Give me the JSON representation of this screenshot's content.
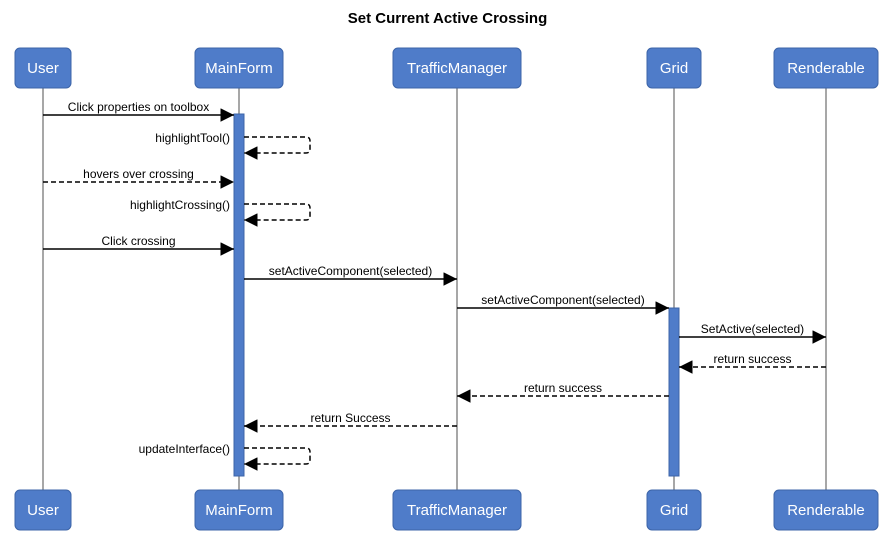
{
  "title": "Set Current Active Crossing",
  "participants": [
    "User",
    "MainForm",
    "TrafficManager",
    "Grid",
    "Renderable"
  ],
  "messages": [
    {
      "from": 0,
      "to": 1,
      "label": "Click properties on toolbox",
      "style": "solid"
    },
    {
      "from": 1,
      "to": 1,
      "label": "highlightTool()",
      "style": "dashed"
    },
    {
      "from": 0,
      "to": 1,
      "label": "hovers over crossing",
      "style": "dashed"
    },
    {
      "from": 1,
      "to": 1,
      "label": "highlightCrossing()",
      "style": "dashed"
    },
    {
      "from": 0,
      "to": 1,
      "label": "Click crossing",
      "style": "solid"
    },
    {
      "from": 1,
      "to": 2,
      "label": "setActiveComponent(selected)",
      "style": "solid"
    },
    {
      "from": 2,
      "to": 3,
      "label": "setActiveComponent(selected)",
      "style": "solid"
    },
    {
      "from": 3,
      "to": 4,
      "label": "SetActive(selected)",
      "style": "solid"
    },
    {
      "from": 4,
      "to": 3,
      "label": "return success",
      "style": "dashed"
    },
    {
      "from": 3,
      "to": 2,
      "label": "return success",
      "style": "dashed"
    },
    {
      "from": 2,
      "to": 1,
      "label": "return Success",
      "style": "dashed"
    },
    {
      "from": 1,
      "to": 1,
      "label": "updateInterface()",
      "style": "dashed"
    }
  ]
}
